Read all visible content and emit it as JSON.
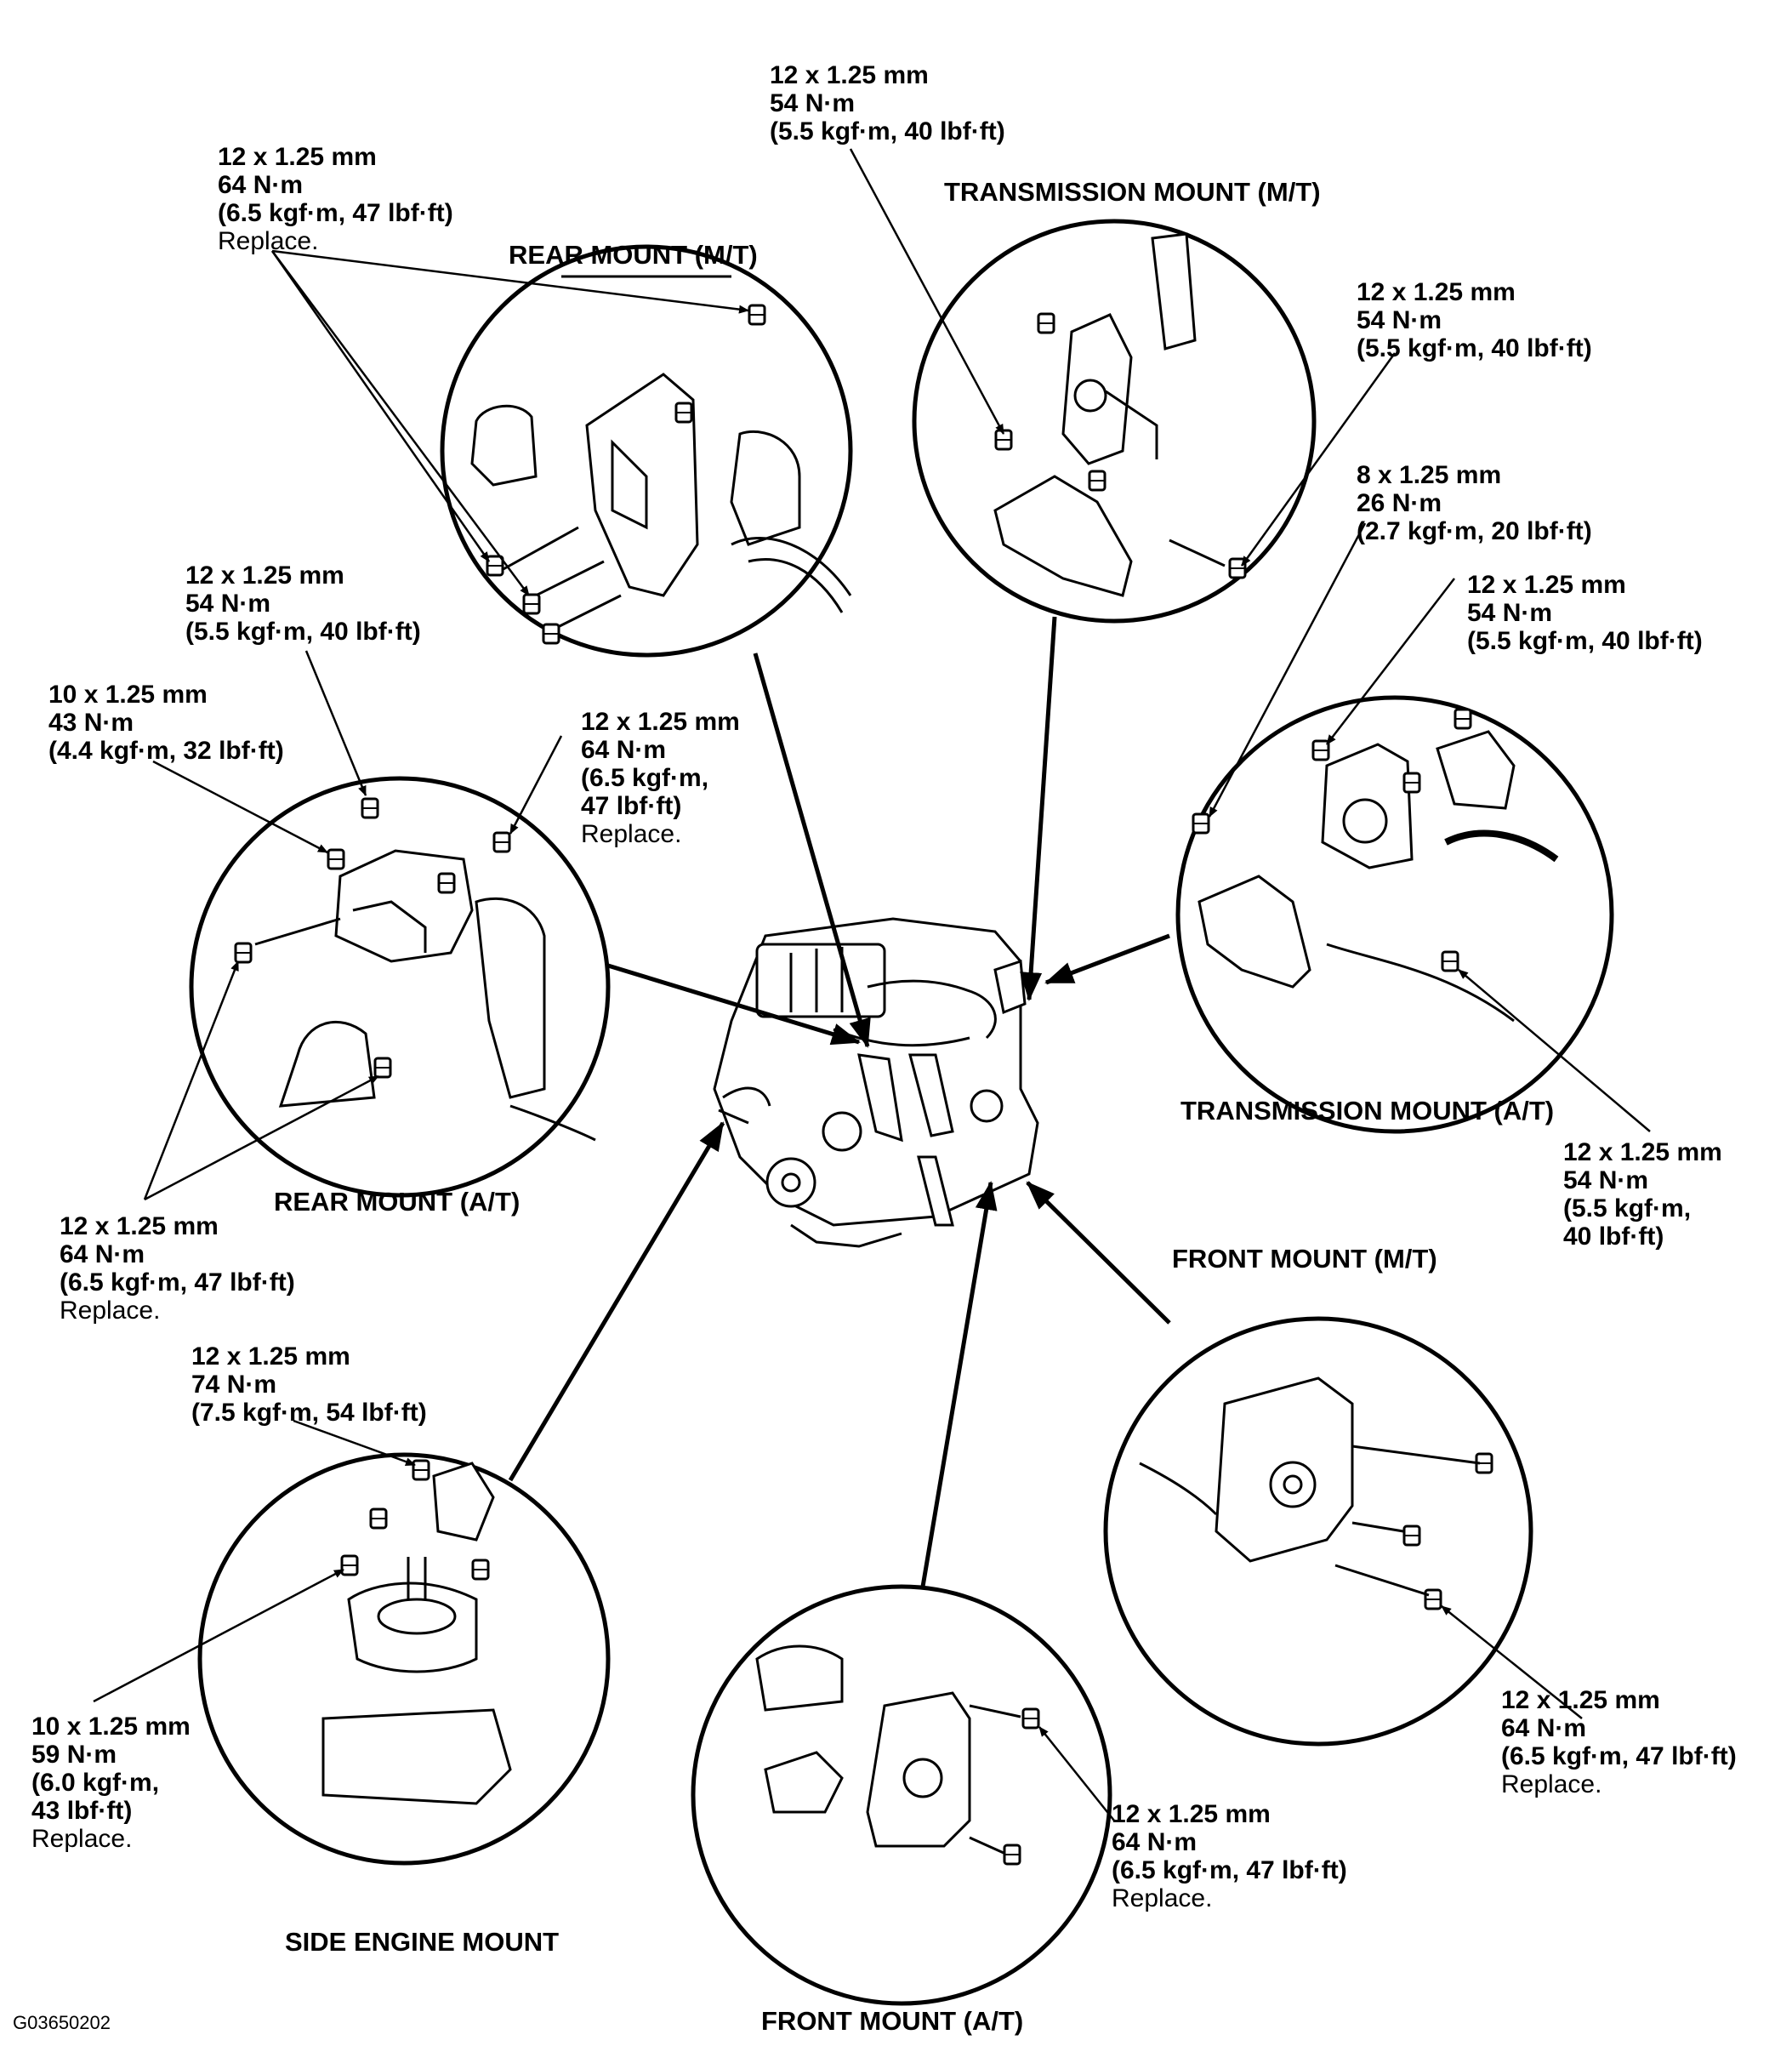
{
  "titles": {
    "rear_mt": "REAR MOUNT (M/T)",
    "trans_mt": "TRANSMISSION MOUNT (M/T)",
    "rear_at": "REAR MOUNT (A/T)",
    "trans_at": "TRANSMISSION MOUNT (A/T)",
    "front_mt": "FRONT MOUNT (M/T)",
    "side": "SIDE ENGINE MOUNT",
    "front_at": "FRONT MOUNT (A/T)"
  },
  "specs": {
    "top_center": {
      "size": "12 x 1.25 mm",
      "torque": "54 N·m",
      "alt": "(5.5 kgf·m, 40 lbf·ft)"
    },
    "rear_mt": {
      "size": "12 x 1.25 mm",
      "torque": "64 N·m",
      "alt": "(6.5 kgf·m, 47 lbf·ft)",
      "note": "Replace."
    },
    "trans_mt_right": {
      "size": "12 x 1.25 mm",
      "torque": "54 N·m",
      "alt": "(5.5 kgf·m, 40 lbf·ft)"
    },
    "trans_at_8": {
      "size": "8 x 1.25 mm",
      "torque": "26 N·m",
      "alt": "(2.7 kgf·m, 20 lbf·ft)"
    },
    "trans_at_12": {
      "size": "12 x 1.25 mm",
      "torque": "54 N·m",
      "alt": "(5.5 kgf·m, 40 lbf·ft)"
    },
    "rear_at_top": {
      "size": "12 x 1.25 mm",
      "torque": "54 N·m",
      "alt": "(5.5 kgf·m, 40 lbf·ft)"
    },
    "rear_at_10": {
      "size": "10 x 1.25 mm",
      "torque": "43 N·m",
      "alt": "(4.4 kgf·m, 32 lbf·ft)"
    },
    "rear_at_right": {
      "size": "12 x 1.25 mm",
      "torque": "64 N·m",
      "alt1": "(6.5 kgf·m,",
      "alt2": "47 lbf·ft)",
      "note": "Replace."
    },
    "trans_at_bottom": {
      "size": "12 x 1.25 mm",
      "torque": "54 N·m",
      "alt1": "(5.5 kgf·m,",
      "alt2": "40 lbf·ft)"
    },
    "rear_at_bottom": {
      "size": "12 x 1.25 mm",
      "torque": "64 N·m",
      "alt": "(6.5 kgf·m, 47 lbf·ft)",
      "note": "Replace."
    },
    "side_top": {
      "size": "12 x 1.25 mm",
      "torque": "74 N·m",
      "alt": "(7.5 kgf·m, 54 lbf·ft)"
    },
    "side_left": {
      "size": "10 x 1.25 mm",
      "torque": "59 N·m",
      "alt1": "(6.0 kgf·m,",
      "alt2": "43 lbf·ft)",
      "note": "Replace."
    },
    "front_mt": {
      "size": "12 x 1.25 mm",
      "torque": "64 N·m",
      "alt": "(6.5 kgf·m, 47 lbf·ft)",
      "note": "Replace."
    },
    "front_at": {
      "size": "12 x 1.25 mm",
      "torque": "64 N·m",
      "alt": "(6.5 kgf·m, 47 lbf·ft)",
      "note": "Replace."
    }
  },
  "figure_code": "G03650202"
}
